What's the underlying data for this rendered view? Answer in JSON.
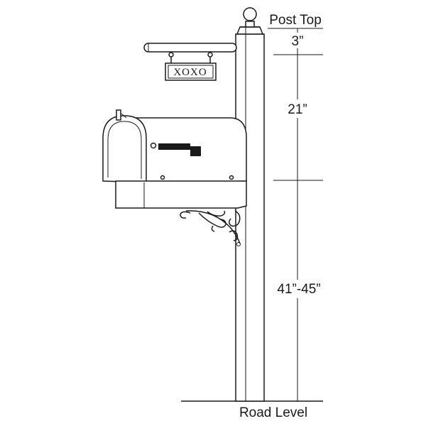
{
  "sign": {
    "text": "XOXO"
  },
  "labels": {
    "post_top": "Post Top",
    "road_level": "Road Level"
  },
  "dimensions": [
    {
      "label": "3”"
    },
    {
      "label": "21”"
    },
    {
      "label": "41”-45”"
    }
  ],
  "colors": {
    "line": "#1a1a1a",
    "background": "#ffffff"
  }
}
